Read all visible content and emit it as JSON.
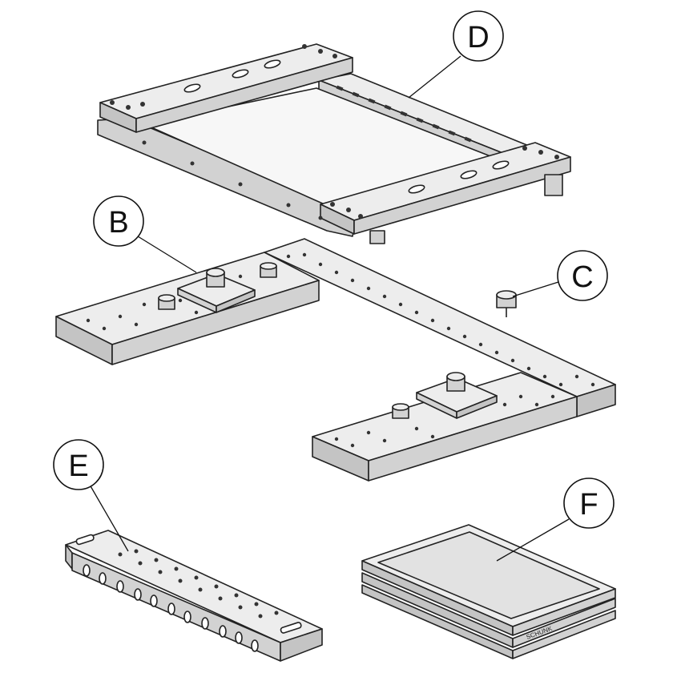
{
  "callouts": {
    "d": "D",
    "b": "B",
    "c": "C",
    "e": "E",
    "f": "F"
  },
  "colors": {
    "line": "#222222",
    "face_light": "#ededed",
    "face_mid": "#d2d2d2",
    "face_dark": "#c4c4c4",
    "background": "#ffffff"
  },
  "logo": "SCHUNK"
}
